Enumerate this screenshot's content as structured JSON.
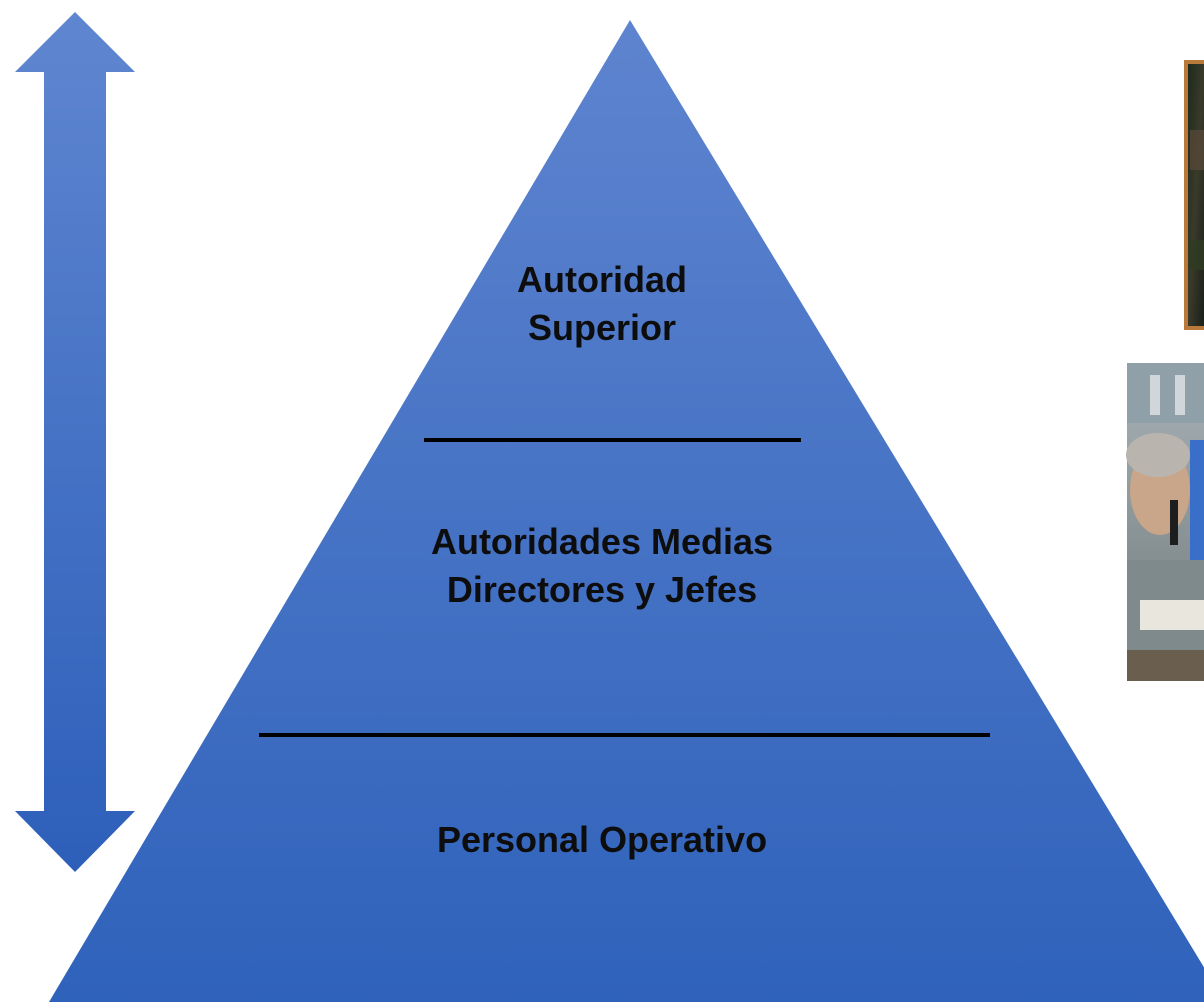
{
  "diagram": {
    "type": "hierarchy-pyramid",
    "levels": [
      {
        "id": "top",
        "lines": [
          "Autoridad",
          "Superior"
        ]
      },
      {
        "id": "middle",
        "lines": [
          "Autoridades Medias",
          "Directores y Jefes"
        ]
      },
      {
        "id": "bottom",
        "lines": [
          "Personal Operativo"
        ]
      }
    ],
    "arrow": {
      "kind": "double-headed-vertical"
    },
    "photos": [
      {
        "id": "photo-top",
        "subject": "person at desk (partially visible)"
      },
      {
        "id": "photo-middle",
        "subject": "man on phone at computer (partially visible)"
      }
    ]
  },
  "colors": {
    "pyramid_top": "#5e84cf",
    "pyramid_bottom": "#2f62bb",
    "arrow_top": "#5f86d0",
    "arrow_bottom": "#2d5fba",
    "divider": "#000000",
    "text": "#0d0d0d"
  }
}
